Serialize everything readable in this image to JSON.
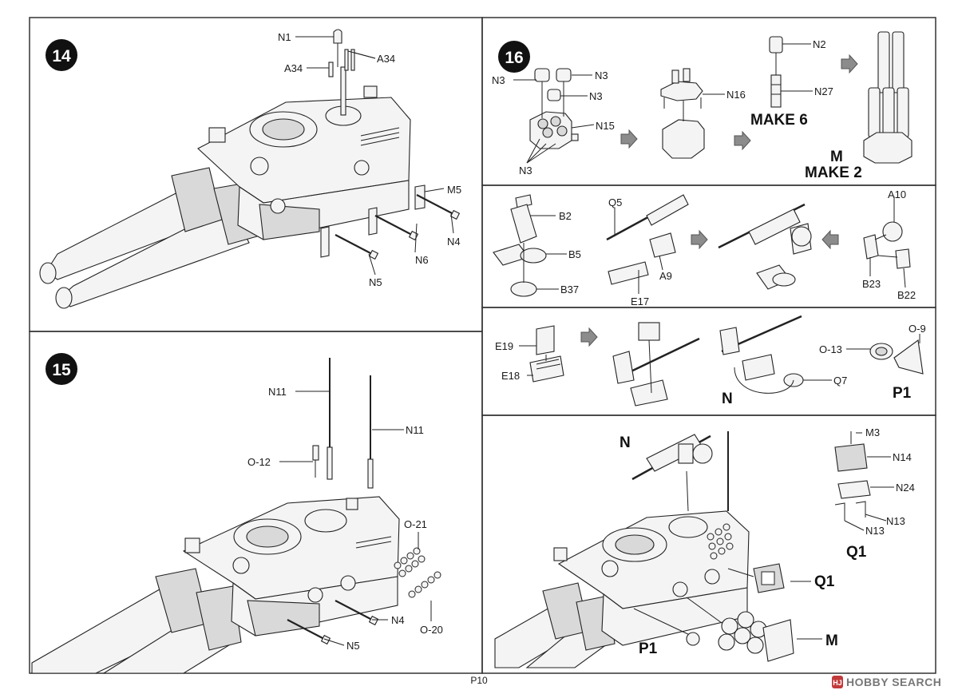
{
  "page_number": "P10",
  "watermark": {
    "logo_mark": "HJ",
    "text": "HOBBY SEARCH"
  },
  "step14": {
    "number": "14",
    "labels": [
      "N1",
      "A34",
      "A34",
      "M5",
      "N4",
      "N6",
      "N5"
    ]
  },
  "step15": {
    "number": "15",
    "labels": [
      "N11",
      "N11",
      "O-12",
      "O-21",
      "N4",
      "O-20",
      "N5"
    ]
  },
  "step16": {
    "number": "16",
    "labels": [
      "N3",
      "N3",
      "N3",
      "N15",
      "N3",
      "N16",
      "N2",
      "N27"
    ],
    "make6": "MAKE 6",
    "assembly_letter": "M",
    "make2": "MAKE 2"
  },
  "panel_gun": {
    "labels": [
      "B2",
      "B5",
      "B37",
      "Q5",
      "E17",
      "A9",
      "A10",
      "B23",
      "B22"
    ]
  },
  "panel_ammo": {
    "labels": [
      "E19",
      "E18",
      "Q7",
      "O-13",
      "O-9"
    ],
    "assembly_letter": "N",
    "part_letter": "P1"
  },
  "panel_final": {
    "labels": [
      "M3",
      "N14",
      "N24",
      "N13",
      "N13"
    ],
    "letter_n": "N",
    "letter_q1_small": "Q1",
    "letter_q1": "Q1",
    "letter_p1": "P1",
    "letter_m": "M"
  }
}
